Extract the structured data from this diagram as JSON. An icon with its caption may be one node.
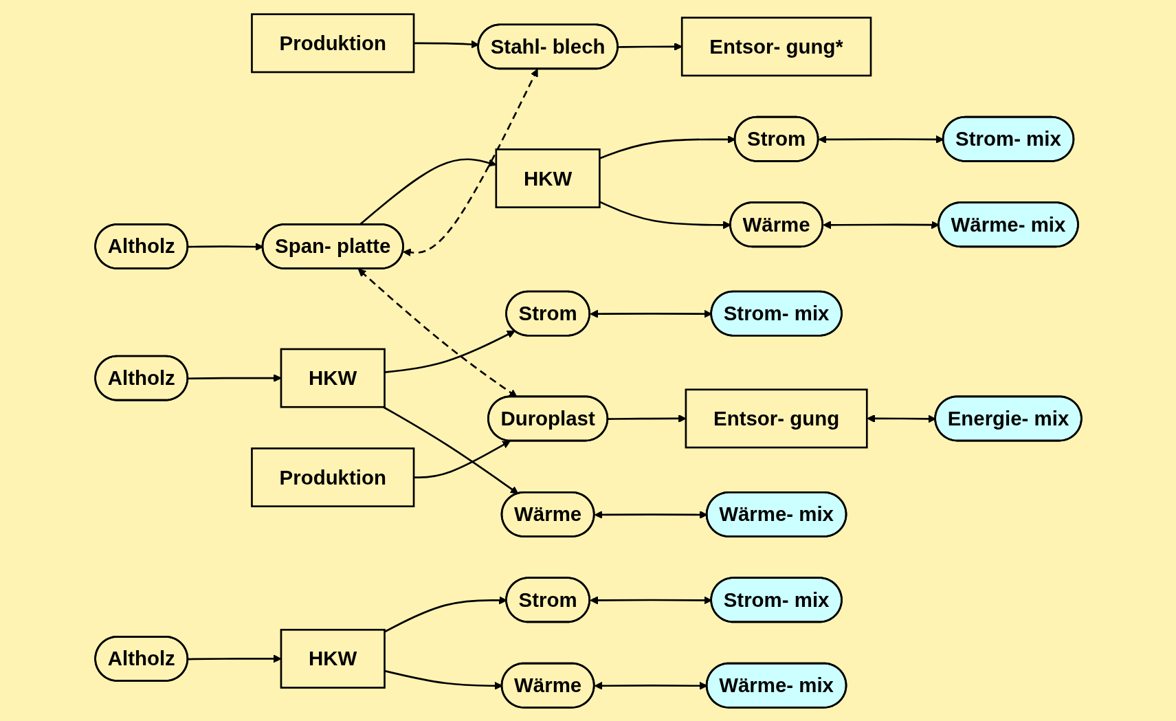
{
  "diagram": {
    "nodes": [
      {
        "text": [
          "Altholz"
        ]
      },
      {
        "text": [
          "Span- platte"
        ]
      },
      {
        "text": [
          "HKW"
        ]
      },
      {
        "text": [
          "Strom"
        ]
      },
      {
        "text": [
          "Strom- mix"
        ]
      },
      {
        "text": [
          "Wärme"
        ]
      },
      {
        "text": [
          "Wärme- mix"
        ]
      },
      {
        "text": [
          "Produktion"
        ]
      },
      {
        "text": [
          "Stahl- blech"
        ]
      },
      {
        "text": [
          "Entsor- gung*"
        ]
      },
      {
        "text": [
          "Altholz"
        ]
      },
      {
        "text": [
          "HKW"
        ]
      },
      {
        "text": [
          "Strom"
        ]
      },
      {
        "text": [
          "Strom- mix"
        ]
      },
      {
        "text": [
          "Wärme"
        ]
      },
      {
        "text": [
          "Wärme- mix"
        ]
      },
      {
        "text": [
          "Produktion"
        ]
      },
      {
        "text": [
          "Duroplast"
        ]
      },
      {
        "text": [
          "Entsor- gung"
        ]
      },
      {
        "text": [
          "Energie- mix"
        ]
      },
      {
        "text": [
          "Altholz"
        ]
      },
      {
        "text": [
          "HKW"
        ]
      },
      {
        "text": [
          "Strom"
        ]
      },
      {
        "text": [
          "Strom- mix"
        ]
      },
      {
        "text": [
          "Wärme"
        ]
      },
      {
        "text": [
          "Wärme- mix"
        ]
      }
    ],
    "edges": [
      {
        "from": 0,
        "to": 1,
        "arrow": "to"
      },
      {
        "from": 1,
        "to": 2,
        "arrow": "to"
      },
      {
        "from": 2,
        "to": 3,
        "arrow": "to"
      },
      {
        "from": 2,
        "to": 5,
        "arrow": "to"
      },
      {
        "from": 3,
        "to": 4,
        "arrow": "both"
      },
      {
        "from": 5,
        "to": 6,
        "arrow": "both"
      },
      {
        "from": 1,
        "to": 8,
        "arrow": "both",
        "style": "dashed"
      },
      {
        "from": 1,
        "to": 17,
        "arrow": "both",
        "style": "dashed"
      },
      {
        "from": 7,
        "to": 8,
        "arrow": "to"
      },
      {
        "from": 8,
        "to": 9,
        "arrow": "to"
      },
      {
        "from": 10,
        "to": 11,
        "arrow": "to"
      },
      {
        "from": 11,
        "to": 12,
        "arrow": "to"
      },
      {
        "from": 11,
        "to": 14,
        "arrow": "to"
      },
      {
        "from": 12,
        "to": 13,
        "arrow": "both"
      },
      {
        "from": 14,
        "to": 15,
        "arrow": "both"
      },
      {
        "from": 16,
        "to": 17,
        "arrow": "to"
      },
      {
        "from": 17,
        "to": 18,
        "arrow": "to"
      },
      {
        "from": 18,
        "to": 19,
        "arrow": "both"
      },
      {
        "from": 20,
        "to": 21,
        "arrow": "to"
      },
      {
        "from": 21,
        "to": 22,
        "arrow": "to"
      },
      {
        "from": 21,
        "to": 24,
        "arrow": "to"
      },
      {
        "from": 22,
        "to": 23,
        "arrow": "both"
      },
      {
        "from": 24,
        "to": 25,
        "arrow": "both"
      }
    ]
  }
}
